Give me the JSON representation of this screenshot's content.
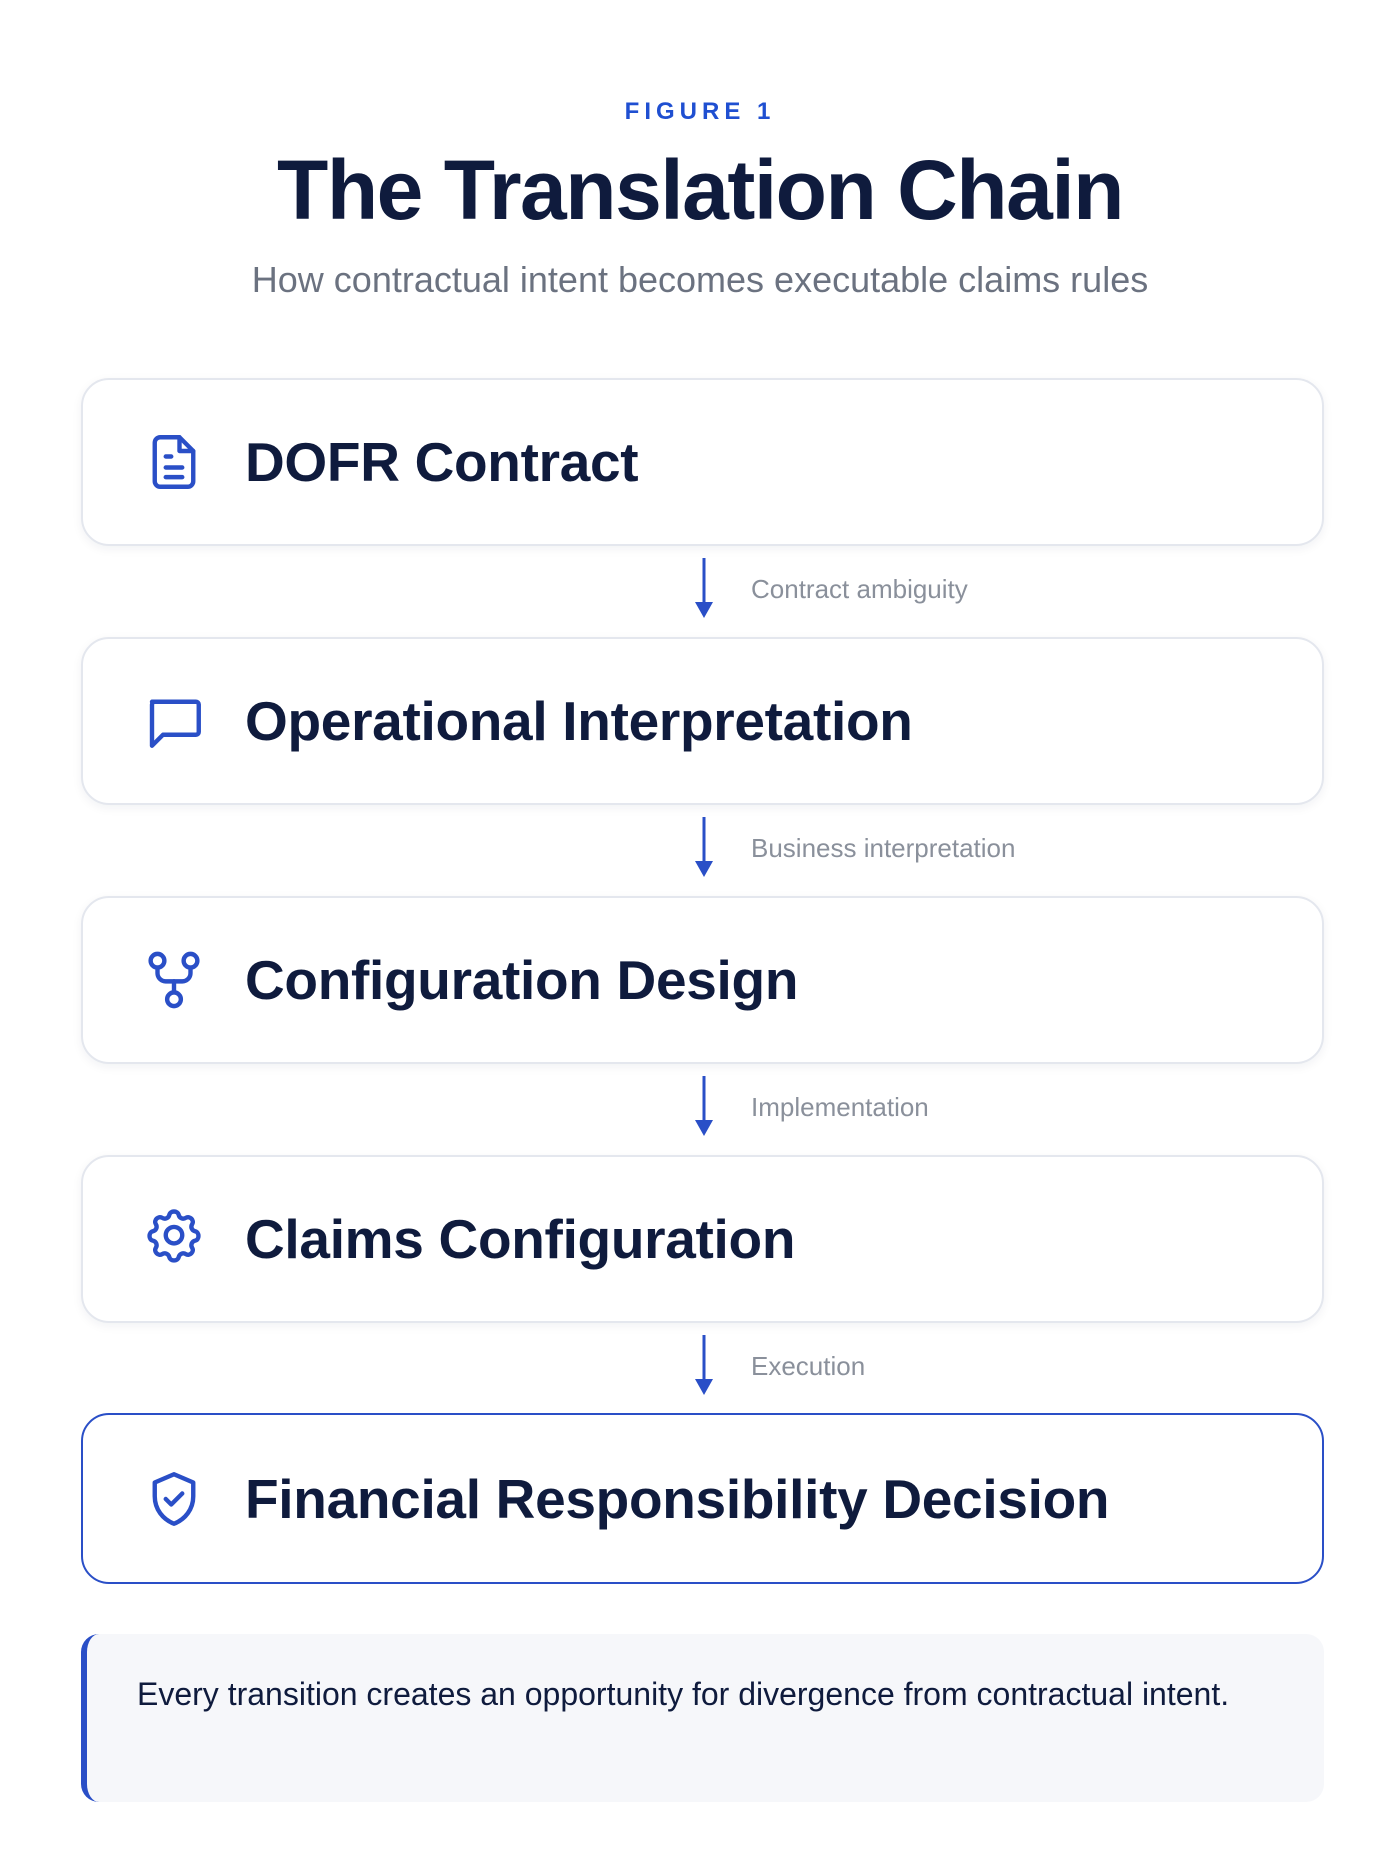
{
  "header": {
    "eyebrow": "FIGURE 1",
    "title": "The Translation Chain",
    "subtitle": "How contractual intent becomes executable claims rules"
  },
  "steps": [
    {
      "label": "DOFR Contract",
      "icon": "document-icon"
    },
    {
      "label": "Operational Interpretation",
      "icon": "speech-bubble-icon"
    },
    {
      "label": "Configuration Design",
      "icon": "branch-nodes-icon"
    },
    {
      "label": "Claims Configuration",
      "icon": "gear-icon"
    },
    {
      "label": "Financial Responsibility Decision",
      "icon": "shield-check-icon",
      "highlighted": true
    }
  ],
  "transitions": [
    "Contract ambiguity",
    "Business interpretation",
    "Implementation",
    "Execution"
  ],
  "note": {
    "text": "Every transition creates an opportunity for divergence from contractual intent."
  },
  "colors": {
    "accent": "#2a4fc7",
    "heading": "#0f1b3d",
    "muted": "#6b7280",
    "connector_text": "#8a909b",
    "card_border": "#e4e7ee",
    "note_bg": "#f6f7fa"
  }
}
